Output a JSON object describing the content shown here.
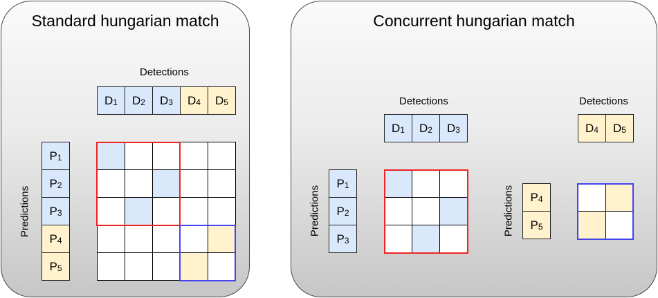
{
  "colors": {
    "detection_group_a": "#dae8fc",
    "detection_group_b": "#fff2cc",
    "match_frame_a": "#ee2222",
    "match_frame_b": "#4444ee",
    "panel_border": "#444444"
  },
  "left_panel": {
    "title": "Standard hungarian match",
    "detections_label": "Detections",
    "predictions_label": "Predictions",
    "detections": [
      {
        "letter": "D",
        "index": "1",
        "group": "blue"
      },
      {
        "letter": "D",
        "index": "2",
        "group": "blue"
      },
      {
        "letter": "D",
        "index": "3",
        "group": "blue"
      },
      {
        "letter": "D",
        "index": "4",
        "group": "yellow"
      },
      {
        "letter": "D",
        "index": "5",
        "group": "yellow"
      }
    ],
    "predictions": [
      {
        "letter": "P",
        "index": "1",
        "group": "blue"
      },
      {
        "letter": "P",
        "index": "2",
        "group": "blue"
      },
      {
        "letter": "P",
        "index": "3",
        "group": "blue"
      },
      {
        "letter": "P",
        "index": "4",
        "group": "yellow"
      },
      {
        "letter": "P",
        "index": "5",
        "group": "yellow"
      }
    ],
    "matrix": [
      [
        "blue",
        "white",
        "white",
        "white",
        "white"
      ],
      [
        "white",
        "white",
        "blue",
        "white",
        "white"
      ],
      [
        "white",
        "blue",
        "white",
        "white",
        "white"
      ],
      [
        "white",
        "white",
        "white",
        "white",
        "yellow"
      ],
      [
        "white",
        "white",
        "white",
        "yellow",
        "white"
      ]
    ]
  },
  "right_panel": {
    "title": "Concurrent hungarian match",
    "group_a": {
      "detections_label": "Detections",
      "predictions_label": "Predictions",
      "detections": [
        {
          "letter": "D",
          "index": "1",
          "group": "blue"
        },
        {
          "letter": "D",
          "index": "2",
          "group": "blue"
        },
        {
          "letter": "D",
          "index": "3",
          "group": "blue"
        }
      ],
      "predictions": [
        {
          "letter": "P",
          "index": "1",
          "group": "blue"
        },
        {
          "letter": "P",
          "index": "2",
          "group": "blue"
        },
        {
          "letter": "P",
          "index": "3",
          "group": "blue"
        }
      ],
      "matrix": [
        [
          "blue",
          "white",
          "white"
        ],
        [
          "white",
          "white",
          "blue"
        ],
        [
          "white",
          "blue",
          "white"
        ]
      ]
    },
    "group_b": {
      "detections_label": "Detections",
      "predictions_label": "Predictions",
      "detections": [
        {
          "letter": "D",
          "index": "4",
          "group": "yellow"
        },
        {
          "letter": "D",
          "index": "5",
          "group": "yellow"
        }
      ],
      "predictions": [
        {
          "letter": "P",
          "index": "4",
          "group": "yellow"
        },
        {
          "letter": "P",
          "index": "5",
          "group": "yellow"
        }
      ],
      "matrix": [
        [
          "white",
          "yellow"
        ],
        [
          "yellow",
          "white"
        ]
      ]
    }
  }
}
